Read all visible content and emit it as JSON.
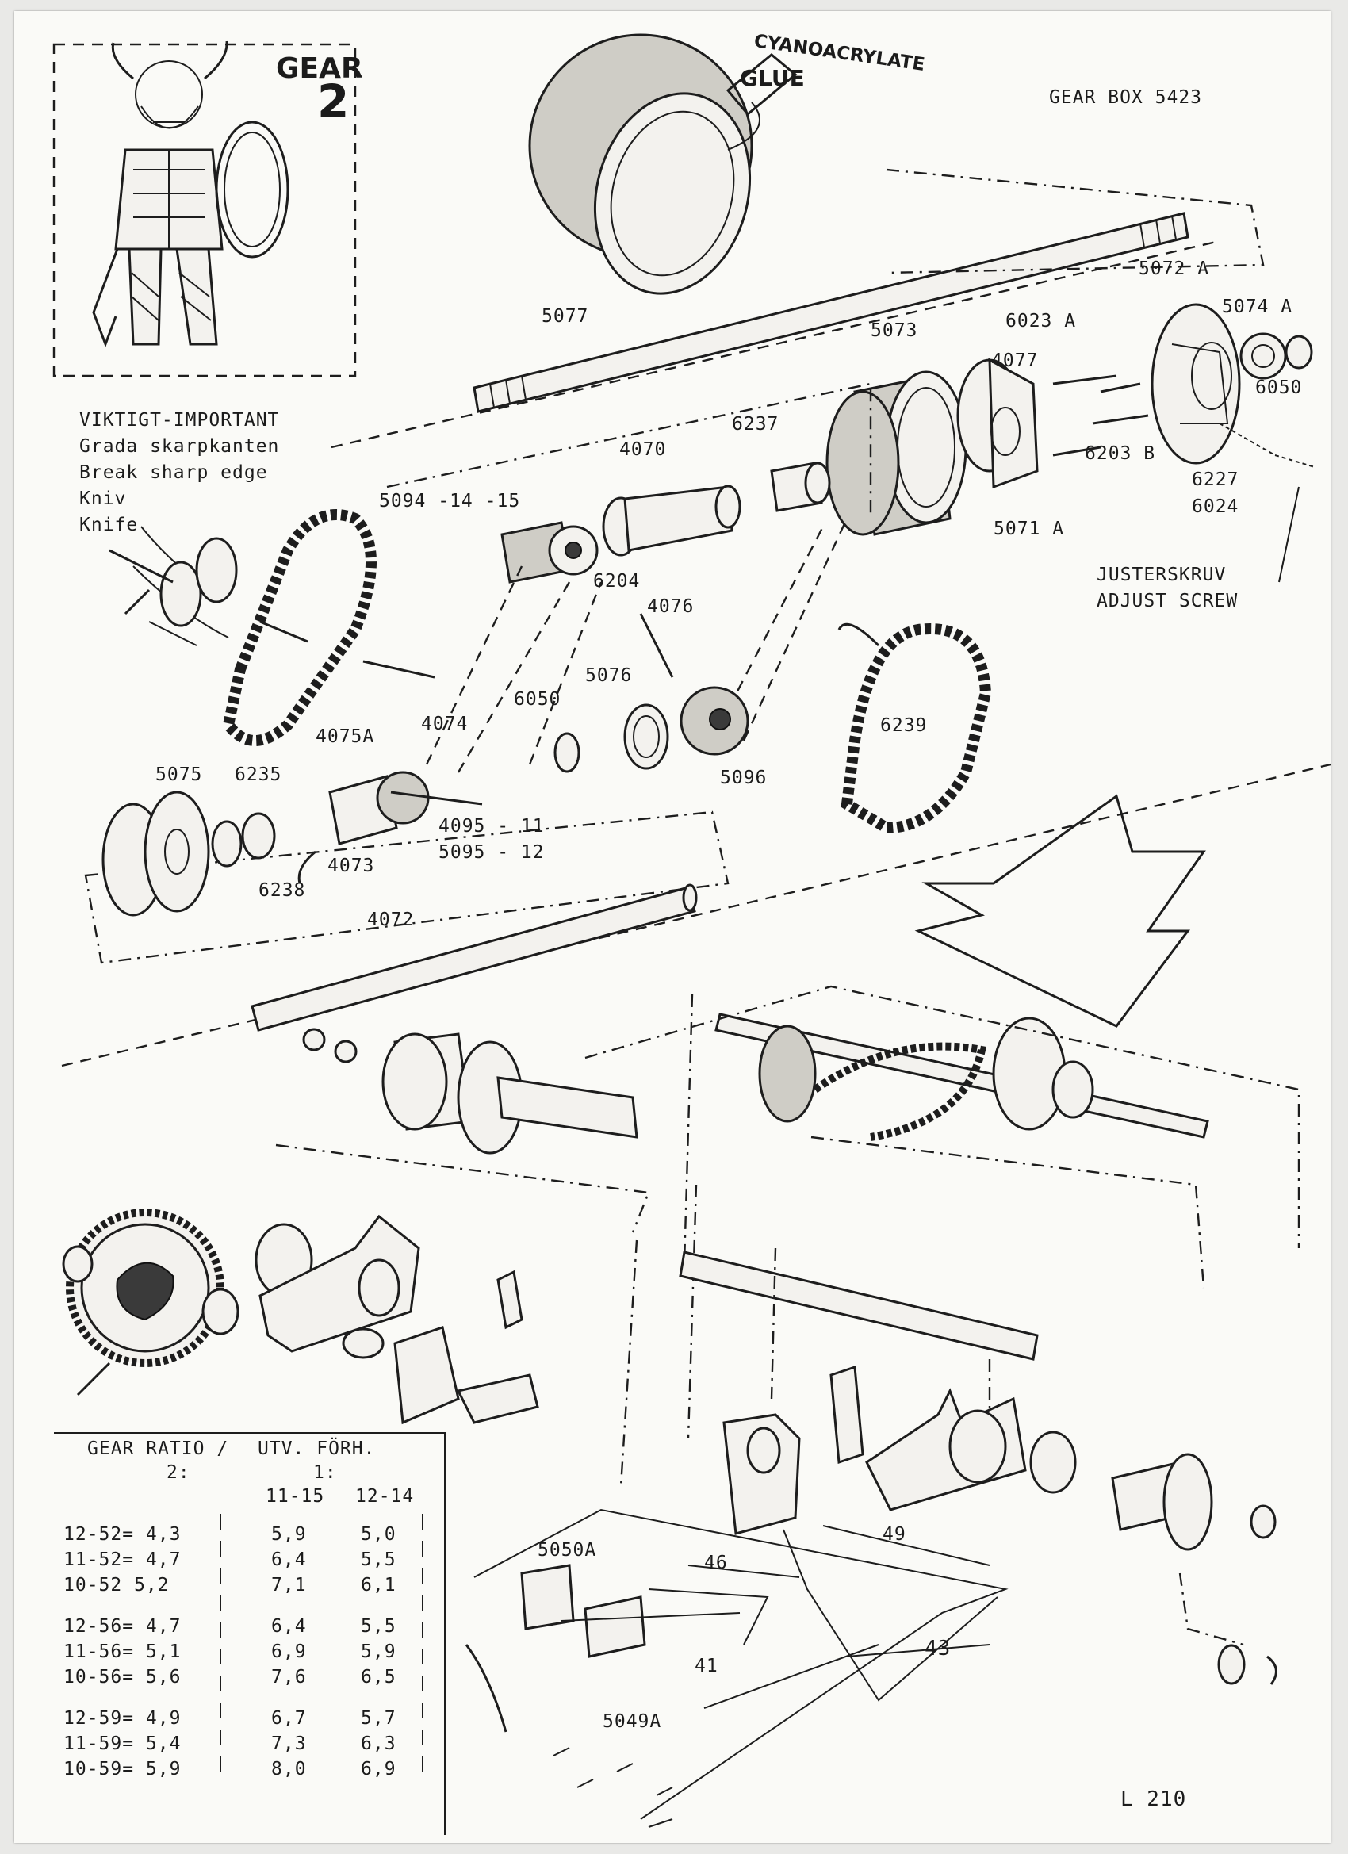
{
  "header": {
    "gearbox_title": "GEAR BOX 5423",
    "gear_logo_word": "GEAR",
    "gear_logo_number": "2",
    "page_code": "L 210"
  },
  "glue_note": {
    "line1": "CYANOACRYLATE",
    "line2": "GLUE"
  },
  "instructions": {
    "line1": "VIKTIGT-IMPORTANT",
    "line2": "Grada skarpkanten",
    "line3": "Break sharp edge",
    "line4": "Kniv",
    "line5": "Knife"
  },
  "adjust_note": {
    "line1": "JUSTERSKRUV",
    "line2": "ADJUST SCREW"
  },
  "part_labels": {
    "p5077": "5077",
    "p5072a": "5072 A",
    "p5074a": "5074 A",
    "p6023a": "6023 A",
    "p5073": "5073",
    "p4077": "4077",
    "p6050a": "6050",
    "p6237": "6237",
    "p4070": "4070",
    "p6203b": "6203 B",
    "p6227": "6227",
    "p6024": "6024",
    "p5071a": "5071 A",
    "p5094": "5094 -14 -15",
    "p6204": "6204",
    "p4076": "4076",
    "p5076": "5076",
    "p6050b": "6050",
    "p4075a": "4075A",
    "p4074": "4074",
    "p5075": "5075",
    "p6235": "6235",
    "p4095": "4095 - 11",
    "p5095": "5095 - 12",
    "p4073": "4073",
    "p6238": "6238",
    "p5096": "5096",
    "p6239": "6239",
    "p4072": "4072",
    "p5050a": "5050A",
    "p5049a": "5049A"
  },
  "dimensions": {
    "d46": "46",
    "d49": "49",
    "d41": "41",
    "d43": "43"
  },
  "gear_ratio_table": {
    "header_left_line1": "GEAR RATIO /",
    "header_left_line2": "2:",
    "header_right_line1": "UTV. FÖRH.",
    "header_right_line2": "1:",
    "sub_col1": "11-15",
    "sub_col2": "12-14",
    "rows": [
      {
        "ratio": "12-52= 4,3",
        "c1": "5,9",
        "c2": "5,0"
      },
      {
        "ratio": "11-52= 4,7",
        "c1": "6,4",
        "c2": "5,5"
      },
      {
        "ratio": "10-52  5,2",
        "c1": "7,1",
        "c2": "6,1"
      },
      {
        "ratio": "12-56= 4,7",
        "c1": "6,4",
        "c2": "5,5"
      },
      {
        "ratio": "11-56= 5,1",
        "c1": "6,9",
        "c2": "5,9"
      },
      {
        "ratio": "10-56= 5,6",
        "c1": "7,6",
        "c2": "6,5"
      },
      {
        "ratio": "12-59= 4,9",
        "c1": "6,7",
        "c2": "5,7"
      },
      {
        "ratio": "11-59= 5,4",
        "c1": "7,3",
        "c2": "6,3"
      },
      {
        "ratio": "10-59= 5,9",
        "c1": "8,0",
        "c2": "6,9"
      }
    ]
  }
}
